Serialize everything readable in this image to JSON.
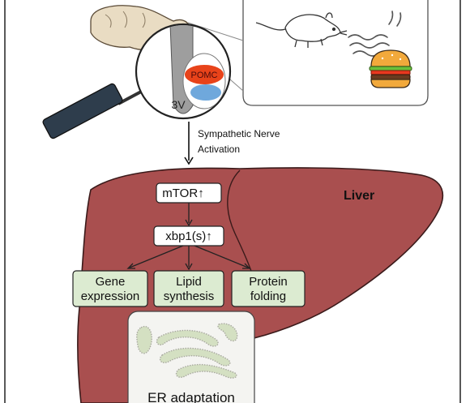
{
  "labels": {
    "pomc": "POMC",
    "ventricle": "3V",
    "pathway_line1": "Sympathetic Nerve",
    "pathway_line2": "Activation",
    "liver": "Liver",
    "mtor": "mTOR",
    "xbp1": "xbp1(s)",
    "up_arrow": "↑",
    "gene_line1": "Gene",
    "gene_line2": "expression",
    "lipid_line1": "Lipid",
    "lipid_line2": "synthesis",
    "protein_line1": "Protein",
    "protein_line2": "folding",
    "er": "ER adaptation"
  },
  "colors": {
    "liver_fill": "#a94f4f",
    "liver_stroke": "#3a1a1a",
    "box_fill": "#dcebd1",
    "pomc": "#e8431a",
    "blue_region": "#6fa8dc",
    "brain": "#e9dcc3",
    "er_panel": "#f4f4f1",
    "er_cisternae": "#d4e0c2"
  },
  "icons": {
    "magnifier": "magnifier-icon",
    "mouse": "mouse-icon",
    "burger": "burger-icon",
    "brain": "brain-icon"
  }
}
